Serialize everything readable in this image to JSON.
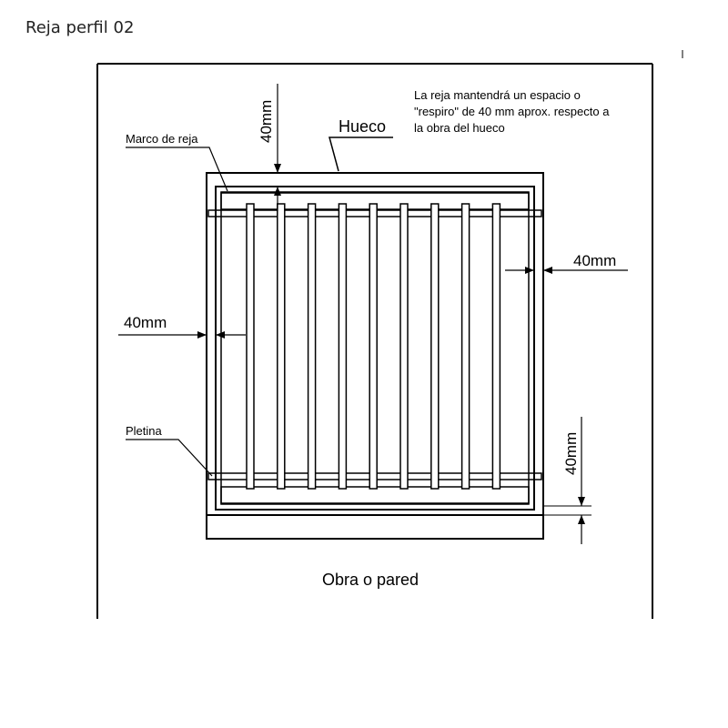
{
  "title": "Reja perfil 02",
  "labels": {
    "hueco": "Hueco",
    "marco": "Marco de reja",
    "pletina": "Pletina",
    "obra": "Obra o pared"
  },
  "note": [
    "La reja mantendrá un espacio o",
    "\"respiro\" de 40 mm aprox. respecto a",
    "la obra del hueco"
  ],
  "dimensions": {
    "top": "40mm",
    "left": "40mm",
    "right": "40mm",
    "bottom": "40mm"
  },
  "grille": {
    "bar_count": 9
  }
}
